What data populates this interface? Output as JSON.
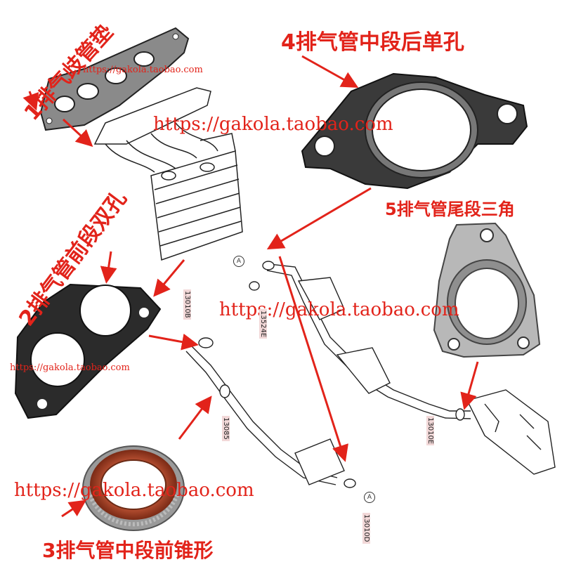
{
  "labels": {
    "part1": "1排气歧管垫",
    "part2": "2排气管前段双孔",
    "part3": "3排气管中段前锥形",
    "part4": "4排气管中段后单孔",
    "part5": "5排气管尾段三角"
  },
  "watermarks": {
    "small_1": "https://gakola.taobao.com",
    "large_1": "https://gakola.taobao.com",
    "large_2": "https://gakola.taobao.com",
    "small_2": "https://gakola.taobao.com",
    "large_3": "https://gakola.taobao.com"
  },
  "part_numbers": {
    "p13010B": "13010B",
    "p13524E": "13524E",
    "p13085": "13085",
    "p13010D": "13010D",
    "p13010E": "13010E"
  },
  "markers": {
    "a1": "A",
    "a2": "A"
  },
  "colors": {
    "accent": "#e2231a",
    "gasket_dark": "#2b2b2b",
    "metal": "#a9a9a9"
  }
}
